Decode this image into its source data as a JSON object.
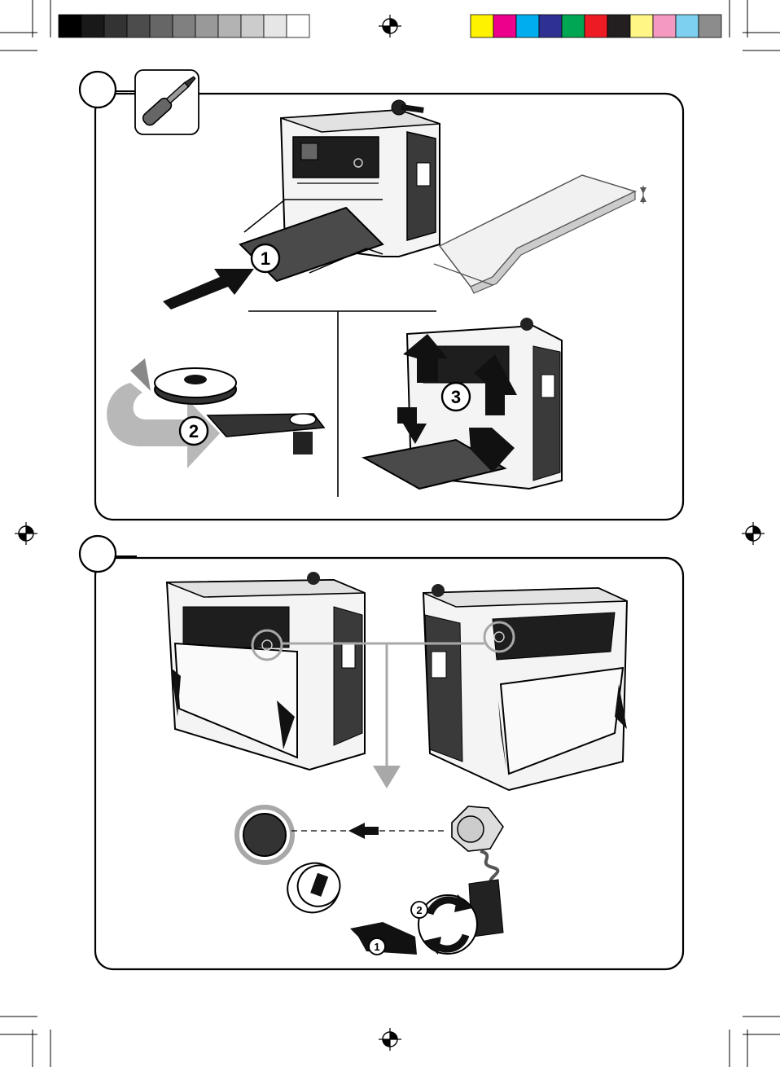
{
  "print_marks": {
    "grayscale_swatches": [
      "#000000",
      "#191919",
      "#333333",
      "#4c4c4c",
      "#666666",
      "#808080",
      "#999999",
      "#b3b3b3",
      "#cccccc",
      "#e6e6e6",
      "#ffffff"
    ],
    "color_swatches": [
      "#fff200",
      "#ec008c",
      "#00aeef",
      "#2e3192",
      "#00a651",
      "#ed1c24",
      "#231f20",
      "#fff685",
      "#f49ac1",
      "#7dd0f0",
      "#8c8c8c"
    ]
  },
  "panel_a": {
    "steps": {
      "step1": "1",
      "step2": "2",
      "step3": "3"
    }
  },
  "panel_b": {
    "steps": {
      "step1": "1",
      "step2": "2"
    }
  },
  "icons": {
    "tool_badge": "screwdriver-icon",
    "registration_mark": "registration-target-icon"
  },
  "colors": {
    "ink": "#000000",
    "dark_fill": "#2b2b2b",
    "mid_gray": "#808080",
    "light_gray": "#b3b3b3",
    "arrow_gray": "#a8a8a8",
    "board_fill": "#4a4a4a",
    "paper": "#ffffff"
  }
}
